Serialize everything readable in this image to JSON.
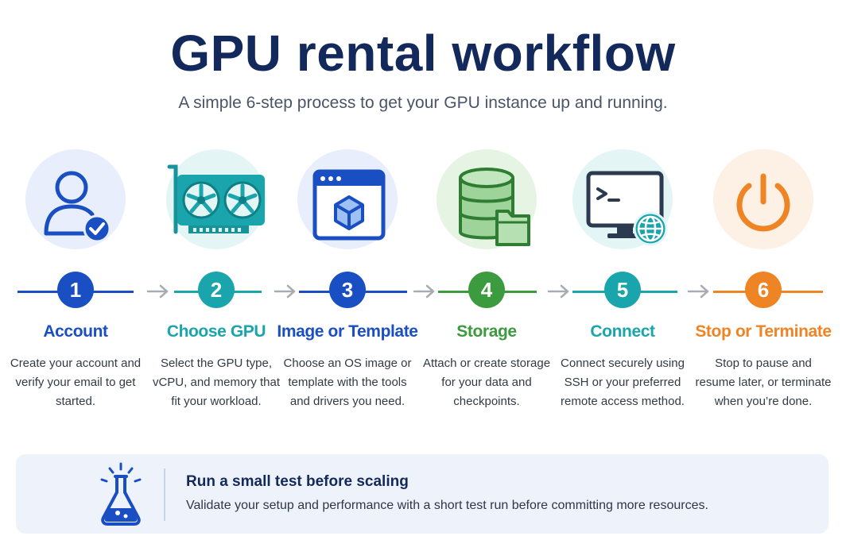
{
  "title": "GPU rental workflow",
  "subtitle": "A simple 6-step process to get your GPU instance up and running.",
  "steps": [
    {
      "number": "1",
      "name": "Account",
      "desc": "Create your account and verify your email to get started.",
      "color": "#1a4fc4",
      "bg": "#e8eefb",
      "icon": "user-check-icon"
    },
    {
      "number": "2",
      "name": "Choose GPU",
      "desc": "Select the GPU type, vCPU, and memory that fit your workload.",
      "color": "#1aa5ad",
      "bg": "#e3f5f5",
      "icon": "gpu-card-icon"
    },
    {
      "number": "3",
      "name": "Image or Template",
      "desc": "Choose an OS image or template with the tools and drivers you need.",
      "color": "#1a4fc4",
      "bg": "#e8eefb",
      "icon": "app-window-cube-icon"
    },
    {
      "number": "4",
      "name": "Storage",
      "desc": "Attach or create storage for your data and checkpoints.",
      "color": "#3c9a3f",
      "bg": "#e6f4e4",
      "icon": "database-folder-icon"
    },
    {
      "number": "5",
      "name": "Connect",
      "desc": "Connect securely using SSH or your preferred remote access method.",
      "color": "#1aa5ad",
      "bg": "#e3f5f5",
      "icon": "terminal-globe-icon"
    },
    {
      "number": "6",
      "name": "Stop or Terminate",
      "desc": "Stop to pause and resume later, or terminate when you’re done.",
      "color": "#ef8424",
      "bg": "#fdf0e4",
      "icon": "power-icon"
    }
  ],
  "tip": {
    "title": "Run a small test before scaling",
    "text": "Validate your setup and performance with a short test run before committing more resources.",
    "icon": "flask-icon"
  }
}
